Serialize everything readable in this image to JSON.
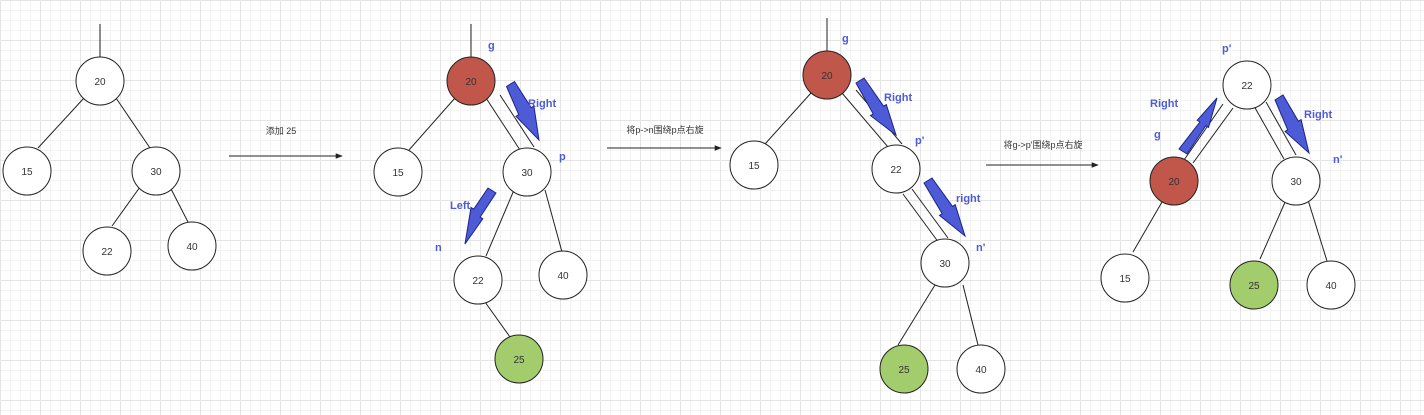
{
  "colors": {
    "node_default": "#ffffff",
    "node_red": "#c0574a",
    "node_green": "#a3cd6d",
    "label": "#4d5bd6",
    "rotation_arrow": "#4d5bd6"
  },
  "steps": [
    "添加 25",
    "将p->n围绕p点右旋",
    "将g->p'围绕p点右旋"
  ],
  "trees": [
    {
      "nodes": [
        "20",
        "15",
        "30",
        "22",
        "40"
      ],
      "labels": []
    },
    {
      "nodes": [
        "20",
        "15",
        "30",
        "22",
        "40",
        "25"
      ],
      "labels": [
        "g",
        "Right",
        "p",
        "Left",
        "n"
      ]
    },
    {
      "nodes": [
        "20",
        "15",
        "22",
        "30",
        "25",
        "40"
      ],
      "labels": [
        "g",
        "Right",
        "p'",
        "right",
        "n'"
      ]
    },
    {
      "nodes": [
        "22",
        "20",
        "30",
        "15",
        "25",
        "40"
      ],
      "labels": [
        "p'",
        "Right",
        "g",
        "Right",
        "n'"
      ]
    }
  ]
}
